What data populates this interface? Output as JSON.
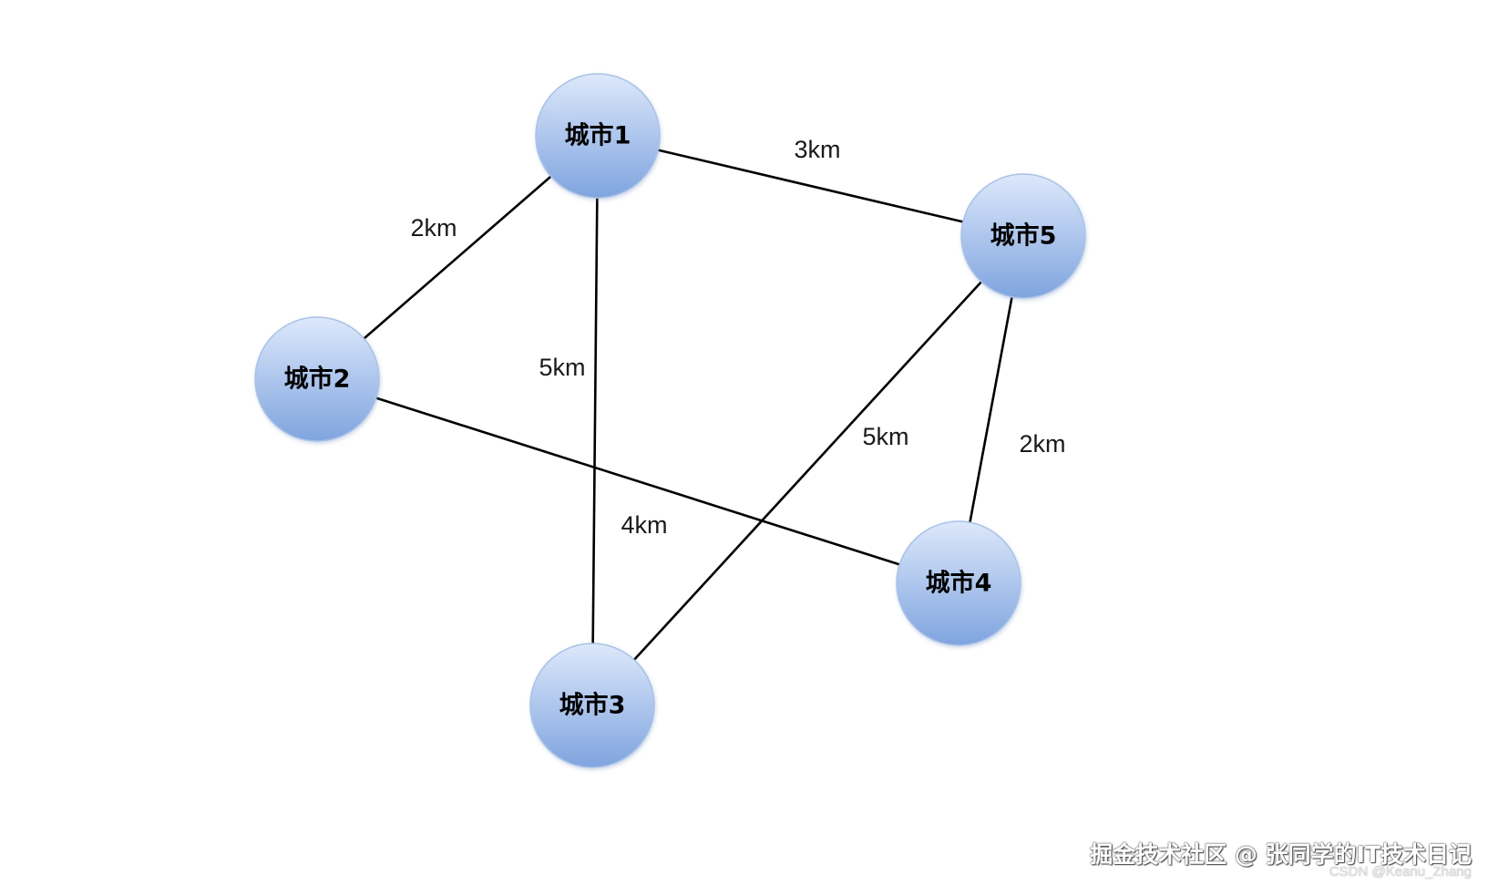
{
  "nodes": [
    {
      "id": "city1",
      "label": "城市1"
    },
    {
      "id": "city2",
      "label": "城市2"
    },
    {
      "id": "city3",
      "label": "城市3"
    },
    {
      "id": "city4",
      "label": "城市4"
    },
    {
      "id": "city5",
      "label": "城市5"
    }
  ],
  "edges": [
    {
      "id": "city1-city2",
      "from": "city1",
      "to": "city2",
      "label": "2km"
    },
    {
      "id": "city1-city5",
      "from": "city1",
      "to": "city5",
      "label": "3km"
    },
    {
      "id": "city1-city3",
      "from": "city1",
      "to": "city3",
      "label": "5km"
    },
    {
      "id": "city5-city3",
      "from": "city5",
      "to": "city3",
      "label": "5km"
    },
    {
      "id": "city5-city4",
      "from": "city5",
      "to": "city4",
      "label": "2km"
    },
    {
      "id": "city2-city4",
      "from": "city2",
      "to": "city4",
      "label": "4km"
    }
  ],
  "colors": {
    "node_fill_top": "#dde8fb",
    "node_fill_bottom": "#7fa4df",
    "edge": "#000000"
  },
  "watermark": {
    "main": "掘金技术社区 @ 张同学的IT技术日记",
    "csdn": "CSDN @Keanu_Zhang"
  }
}
